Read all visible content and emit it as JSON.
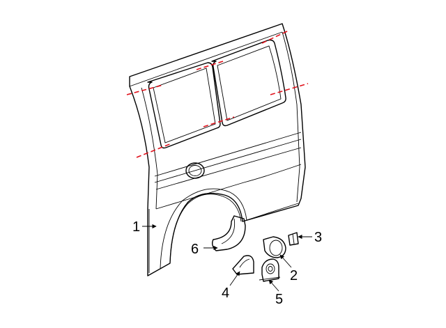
{
  "callouts": [
    {
      "id": "1",
      "label": "1"
    },
    {
      "id": "2",
      "label": "2"
    },
    {
      "id": "3",
      "label": "3"
    },
    {
      "id": "4",
      "label": "4"
    },
    {
      "id": "5",
      "label": "5"
    },
    {
      "id": "6",
      "label": "6"
    }
  ],
  "colors": {
    "line": "#000000",
    "cut_line": "#e0101a",
    "background": "#ffffff"
  }
}
